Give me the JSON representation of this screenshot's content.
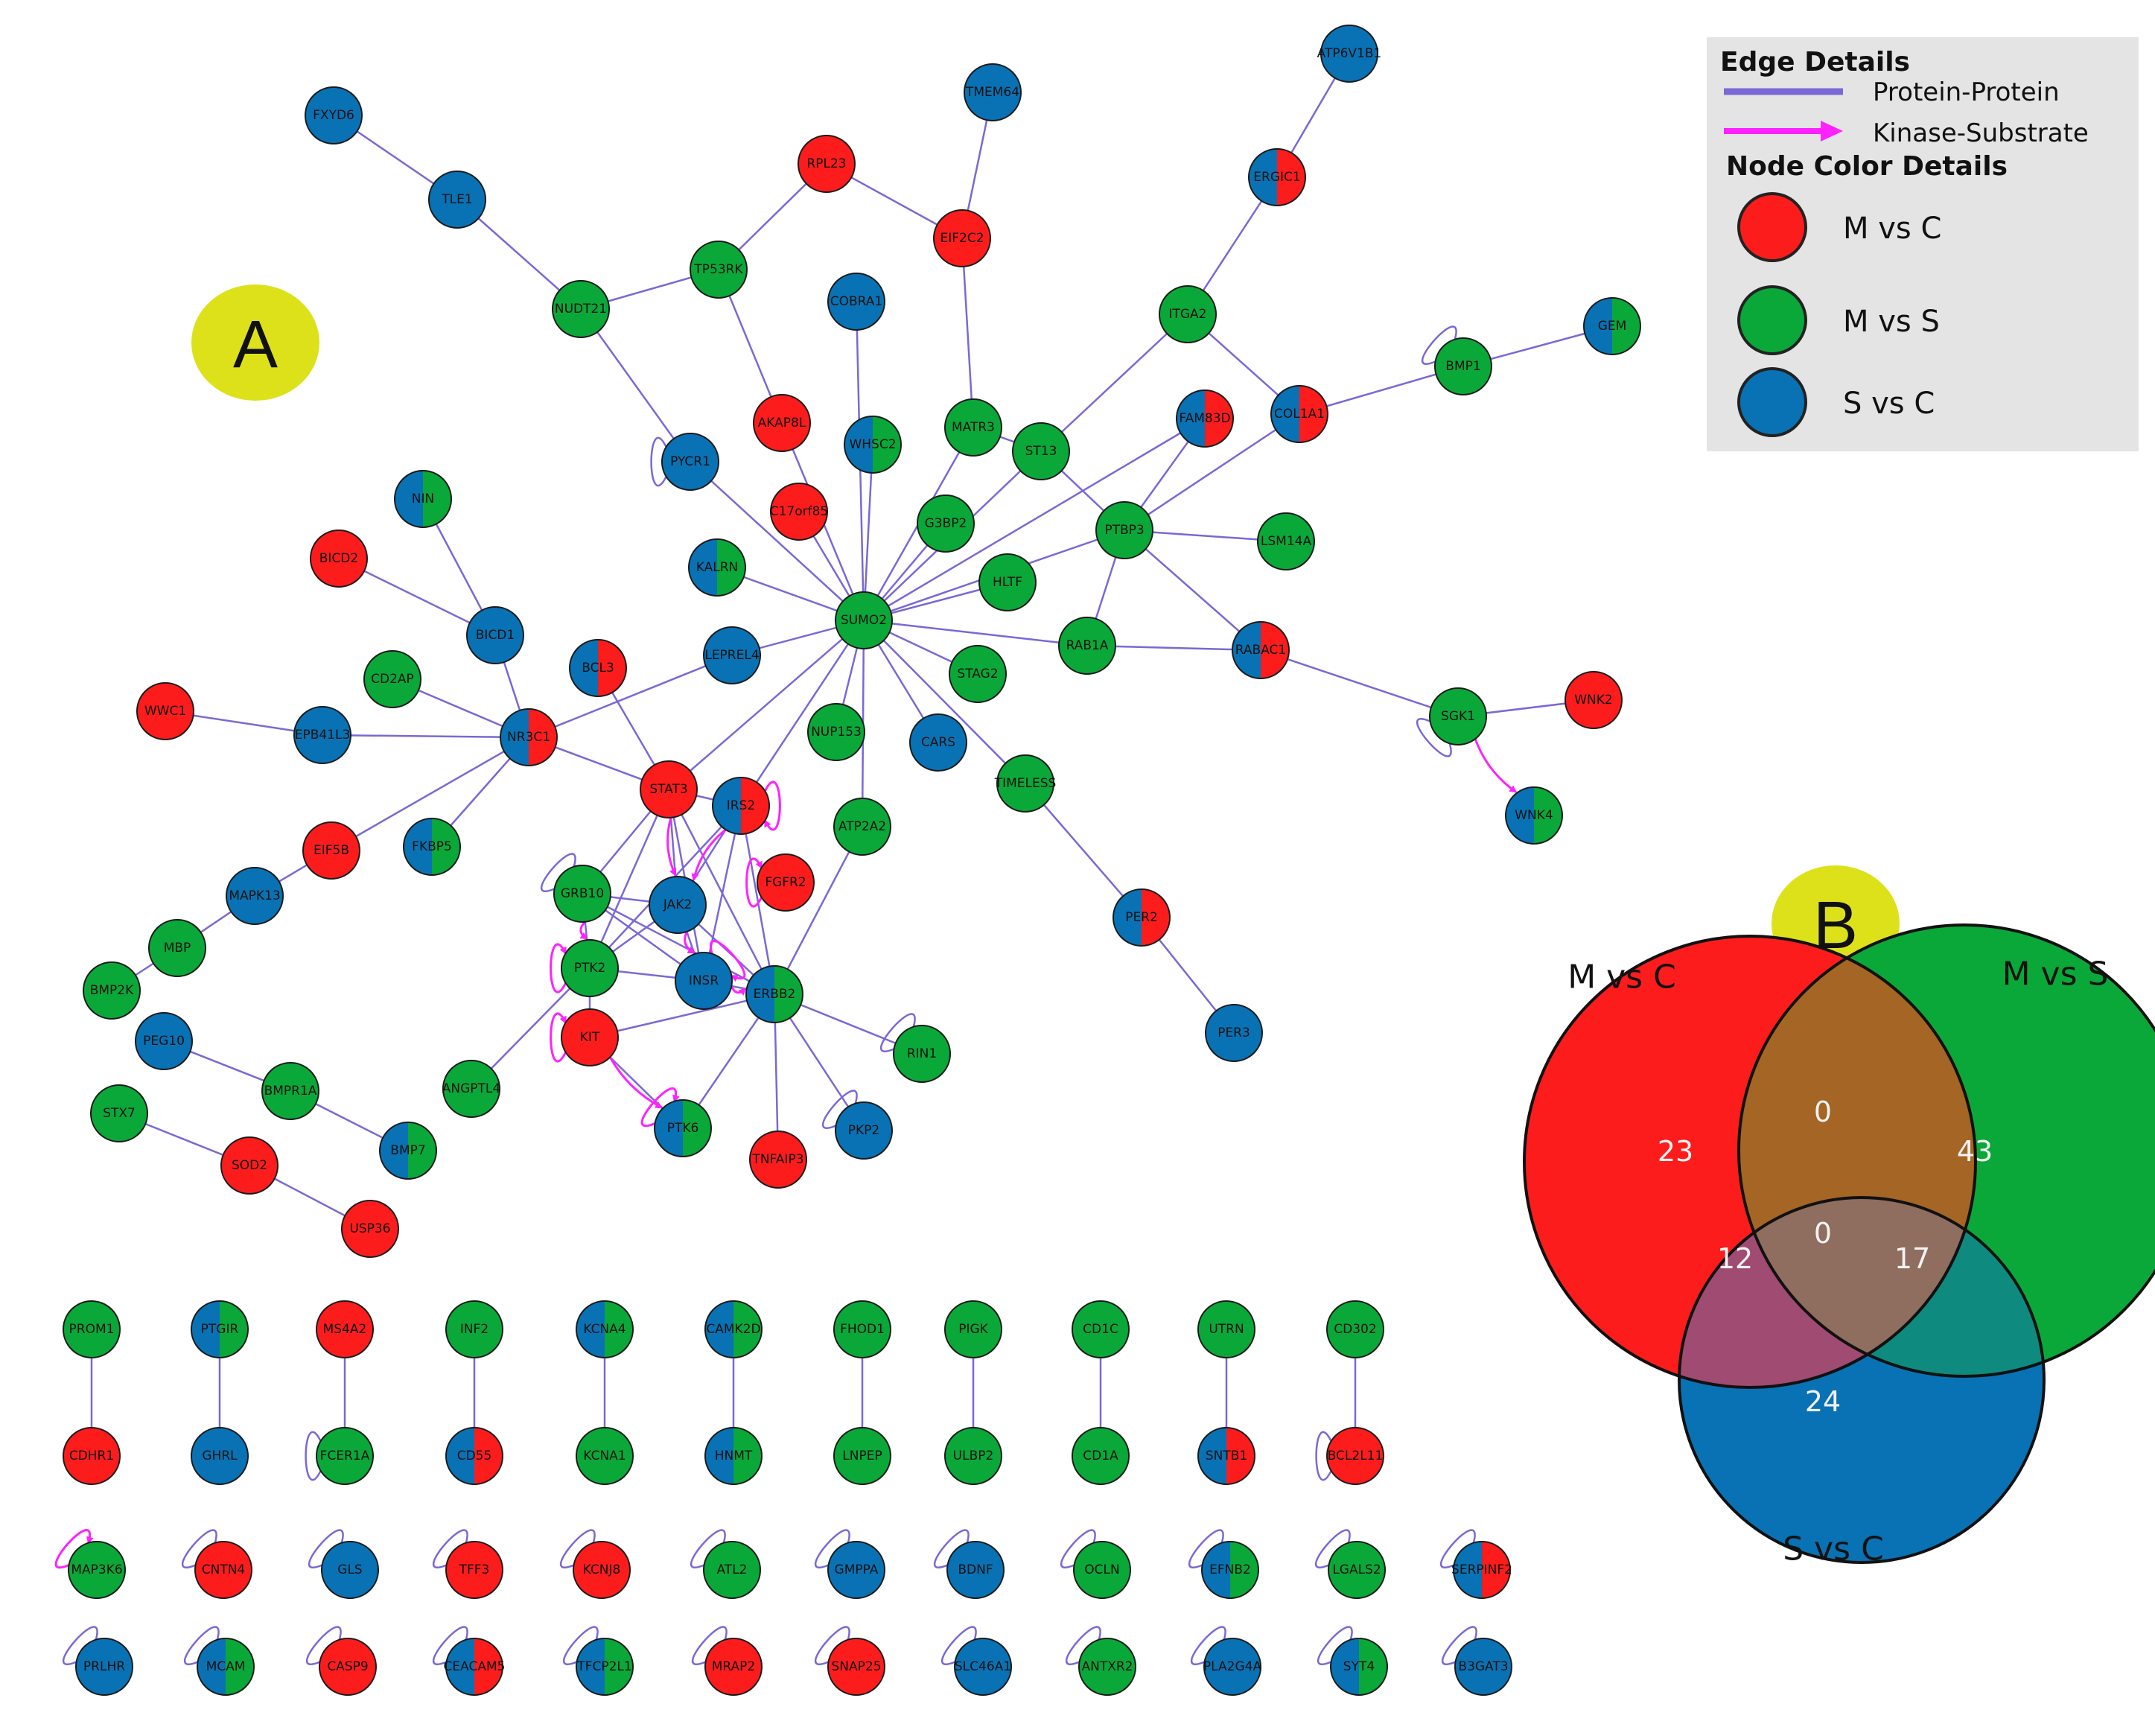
{
  "colors": {
    "mc": "#fc1c1c",
    "ms": "#0aa838",
    "sc": "#0872b4",
    "edge": "#7b68d6",
    "kinase": "#ff22ff",
    "badge": "#dde11a",
    "legend_bg": "#e4e4e4"
  },
  "panel_a": {
    "label": "A"
  },
  "panel_b": {
    "label": "B"
  },
  "legend": {
    "edge_title": "Edge Details",
    "edge_protein": "Protein-Protein",
    "edge_kinase": "Kinase-Substrate",
    "node_title": "Node Color Details",
    "node_mc": "M vs C",
    "node_ms": "M vs S",
    "node_sc": "S vs C"
  },
  "network": {
    "nodes": [
      {
        "id": "FXYD6",
        "c": [
          "sc"
        ]
      },
      {
        "id": "TLE1",
        "c": [
          "sc"
        ]
      },
      {
        "id": "NUDT21",
        "c": [
          "ms"
        ]
      },
      {
        "id": "TP53RK",
        "c": [
          "ms"
        ]
      },
      {
        "id": "RPL23",
        "c": [
          "mc"
        ]
      },
      {
        "id": "EIF2C2",
        "c": [
          "mc"
        ]
      },
      {
        "id": "TMEM64",
        "c": [
          "sc"
        ]
      },
      {
        "id": "ATP6V1B1",
        "c": [
          "sc"
        ]
      },
      {
        "id": "ERGIC1",
        "c": [
          "sc",
          "mc"
        ]
      },
      {
        "id": "COBRA1",
        "c": [
          "sc"
        ]
      },
      {
        "id": "ITGA2",
        "c": [
          "ms"
        ]
      },
      {
        "id": "GEM",
        "c": [
          "sc",
          "ms"
        ]
      },
      {
        "id": "BMP1",
        "c": [
          "ms"
        ]
      },
      {
        "id": "PYCR1",
        "c": [
          "sc"
        ]
      },
      {
        "id": "AKAP8L",
        "c": [
          "mc"
        ]
      },
      {
        "id": "WHSC2",
        "c": [
          "sc",
          "ms"
        ]
      },
      {
        "id": "MATR3",
        "c": [
          "ms"
        ]
      },
      {
        "id": "ST13",
        "c": [
          "ms"
        ]
      },
      {
        "id": "FAM83D",
        "c": [
          "sc",
          "mc"
        ]
      },
      {
        "id": "COL1A1",
        "c": [
          "sc",
          "mc"
        ]
      },
      {
        "id": "NIN",
        "c": [
          "sc",
          "ms"
        ]
      },
      {
        "id": "C17orf85",
        "c": [
          "mc"
        ]
      },
      {
        "id": "G3BP2",
        "c": [
          "ms"
        ]
      },
      {
        "id": "PTBP3",
        "c": [
          "ms"
        ]
      },
      {
        "id": "LSM14A",
        "c": [
          "ms"
        ]
      },
      {
        "id": "BICD2",
        "c": [
          "mc"
        ]
      },
      {
        "id": "KALRN",
        "c": [
          "sc",
          "ms"
        ]
      },
      {
        "id": "HLTF",
        "c": [
          "ms"
        ]
      },
      {
        "id": "SUMO2",
        "c": [
          "ms"
        ]
      },
      {
        "id": "BICD1",
        "c": [
          "sc"
        ]
      },
      {
        "id": "BCL3",
        "c": [
          "sc",
          "mc"
        ]
      },
      {
        "id": "LEPREL4",
        "c": [
          "sc"
        ]
      },
      {
        "id": "RAB1A",
        "c": [
          "ms"
        ]
      },
      {
        "id": "RABAC1",
        "c": [
          "sc",
          "mc"
        ]
      },
      {
        "id": "CD2AP",
        "c": [
          "ms"
        ]
      },
      {
        "id": "STAG2",
        "c": [
          "ms"
        ]
      },
      {
        "id": "WWC1",
        "c": [
          "mc"
        ]
      },
      {
        "id": "EPB41L3",
        "c": [
          "sc"
        ]
      },
      {
        "id": "NR3C1",
        "c": [
          "sc",
          "mc"
        ]
      },
      {
        "id": "NUP153",
        "c": [
          "ms"
        ]
      },
      {
        "id": "CARS",
        "c": [
          "sc"
        ]
      },
      {
        "id": "SGK1",
        "c": [
          "ms"
        ]
      },
      {
        "id": "WNK2",
        "c": [
          "mc"
        ]
      },
      {
        "id": "STAT3",
        "c": [
          "mc"
        ]
      },
      {
        "id": "IRS2",
        "c": [
          "sc",
          "mc"
        ]
      },
      {
        "id": "TIMELESS",
        "c": [
          "ms"
        ]
      },
      {
        "id": "ATP2A2",
        "c": [
          "ms"
        ]
      },
      {
        "id": "EIF5B",
        "c": [
          "mc"
        ]
      },
      {
        "id": "FKBP5",
        "c": [
          "sc",
          "ms"
        ]
      },
      {
        "id": "WNK4",
        "c": [
          "sc",
          "ms"
        ]
      },
      {
        "id": "FGFR2",
        "c": [
          "mc"
        ]
      },
      {
        "id": "MAPK13",
        "c": [
          "sc"
        ]
      },
      {
        "id": "GRB10",
        "c": [
          "ms"
        ]
      },
      {
        "id": "JAK2",
        "c": [
          "sc"
        ]
      },
      {
        "id": "PER2",
        "c": [
          "sc",
          "mc"
        ]
      },
      {
        "id": "MBP",
        "c": [
          "ms"
        ]
      },
      {
        "id": "PTK2",
        "c": [
          "ms"
        ]
      },
      {
        "id": "INSR",
        "c": [
          "sc"
        ]
      },
      {
        "id": "ERBB2",
        "c": [
          "sc",
          "ms"
        ]
      },
      {
        "id": "BMP2K",
        "c": [
          "ms"
        ]
      },
      {
        "id": "PEG10",
        "c": [
          "sc"
        ]
      },
      {
        "id": "KIT",
        "c": [
          "mc"
        ]
      },
      {
        "id": "RIN1",
        "c": [
          "ms"
        ]
      },
      {
        "id": "PER3",
        "c": [
          "sc"
        ]
      },
      {
        "id": "BMPR1A",
        "c": [
          "ms"
        ]
      },
      {
        "id": "ANGPTL4",
        "c": [
          "ms"
        ]
      },
      {
        "id": "STX7",
        "c": [
          "ms"
        ]
      },
      {
        "id": "BMP7",
        "c": [
          "sc",
          "ms"
        ]
      },
      {
        "id": "PTK6",
        "c": [
          "sc",
          "ms"
        ]
      },
      {
        "id": "PKP2",
        "c": [
          "sc"
        ]
      },
      {
        "id": "SOD2",
        "c": [
          "mc"
        ]
      },
      {
        "id": "TNFAIP3",
        "c": [
          "mc"
        ]
      },
      {
        "id": "USP36",
        "c": [
          "mc"
        ]
      },
      {
        "id": "PROM1",
        "c": [
          "ms"
        ]
      },
      {
        "id": "PTGIR",
        "c": [
          "sc",
          "ms"
        ]
      },
      {
        "id": "MS4A2",
        "c": [
          "mc"
        ]
      },
      {
        "id": "INF2",
        "c": [
          "ms"
        ]
      },
      {
        "id": "KCNA4",
        "c": [
          "sc",
          "ms"
        ]
      },
      {
        "id": "CAMK2D",
        "c": [
          "sc",
          "ms"
        ]
      },
      {
        "id": "FHOD1",
        "c": [
          "ms"
        ]
      },
      {
        "id": "PIGK",
        "c": [
          "ms"
        ]
      },
      {
        "id": "CD1C",
        "c": [
          "ms"
        ]
      },
      {
        "id": "UTRN",
        "c": [
          "ms"
        ]
      },
      {
        "id": "CD302",
        "c": [
          "ms"
        ]
      },
      {
        "id": "CDHR1",
        "c": [
          "mc"
        ]
      },
      {
        "id": "GHRL",
        "c": [
          "sc"
        ]
      },
      {
        "id": "FCER1A",
        "c": [
          "ms"
        ]
      },
      {
        "id": "CD55",
        "c": [
          "sc",
          "mc"
        ]
      },
      {
        "id": "KCNA1",
        "c": [
          "ms"
        ]
      },
      {
        "id": "HNMT",
        "c": [
          "sc",
          "ms"
        ]
      },
      {
        "id": "LNPEP",
        "c": [
          "ms"
        ]
      },
      {
        "id": "ULBP2",
        "c": [
          "ms"
        ]
      },
      {
        "id": "CD1A",
        "c": [
          "ms"
        ]
      },
      {
        "id": "SNTB1",
        "c": [
          "sc",
          "mc"
        ]
      },
      {
        "id": "BCL2L11",
        "c": [
          "mc"
        ]
      },
      {
        "id": "MAP3K6",
        "c": [
          "ms"
        ]
      },
      {
        "id": "CNTN4",
        "c": [
          "mc"
        ]
      },
      {
        "id": "GLS",
        "c": [
          "sc"
        ]
      },
      {
        "id": "TFF3",
        "c": [
          "mc"
        ]
      },
      {
        "id": "KCNJ8",
        "c": [
          "mc"
        ]
      },
      {
        "id": "ATL2",
        "c": [
          "ms"
        ]
      },
      {
        "id": "GMPPA",
        "c": [
          "sc"
        ]
      },
      {
        "id": "BDNF",
        "c": [
          "sc"
        ]
      },
      {
        "id": "OCLN",
        "c": [
          "ms"
        ]
      },
      {
        "id": "EFNB2",
        "c": [
          "sc",
          "ms"
        ]
      },
      {
        "id": "LGALS2",
        "c": [
          "ms"
        ]
      },
      {
        "id": "SERPINF2",
        "c": [
          "sc",
          "mc"
        ]
      },
      {
        "id": "PRLHR",
        "c": [
          "sc"
        ]
      },
      {
        "id": "MCAM",
        "c": [
          "sc",
          "ms"
        ]
      },
      {
        "id": "CASP9",
        "c": [
          "mc"
        ]
      },
      {
        "id": "CEACAM5",
        "c": [
          "sc",
          "mc"
        ]
      },
      {
        "id": "TFCP2L1",
        "c": [
          "sc",
          "ms"
        ]
      },
      {
        "id": "MRAP2",
        "c": [
          "mc"
        ]
      },
      {
        "id": "SNAP25",
        "c": [
          "mc"
        ]
      },
      {
        "id": "SLC46A1",
        "c": [
          "sc"
        ]
      },
      {
        "id": "ANTXR2",
        "c": [
          "ms"
        ]
      },
      {
        "id": "PLA2G4A",
        "c": [
          "sc"
        ]
      },
      {
        "id": "SYT4",
        "c": [
          "sc",
          "ms"
        ]
      },
      {
        "id": "B3GAT3",
        "c": [
          "sc"
        ]
      }
    ],
    "edges": [
      [
        "FXYD6",
        "TLE1"
      ],
      [
        "TLE1",
        "NUDT21"
      ],
      [
        "NUDT21",
        "TP53RK"
      ],
      [
        "TP53RK",
        "RPL23"
      ],
      [
        "RPL23",
        "EIF2C2"
      ],
      [
        "EIF2C2",
        "TMEM64"
      ],
      [
        "EIF2C2",
        "MATR3"
      ],
      [
        "NUDT21",
        "PYCR1"
      ],
      [
        "TP53RK",
        "AKAP8L"
      ],
      [
        "ATP6V1B1",
        "ERGIC1"
      ],
      [
        "ERGIC1",
        "ITGA2"
      ],
      [
        "ITGA2",
        "COL1A1"
      ],
      [
        "ITGA2",
        "ST13"
      ],
      [
        "COL1A1",
        "BMP1"
      ],
      [
        "BMP1",
        "GEM"
      ],
      [
        "COL1A1",
        "PTBP3"
      ],
      [
        "FAM83D",
        "PTBP3"
      ],
      [
        "MATR3",
        "ST13"
      ],
      [
        "ST13",
        "PTBP3"
      ],
      [
        "PTBP3",
        "LSM14A"
      ],
      [
        "PTBP3",
        "RAB1A"
      ],
      [
        "PTBP3",
        "RABAC1"
      ],
      [
        "RABAC1",
        "SGK1"
      ],
      [
        "RAB1A",
        "RABAC1"
      ],
      [
        "SGK1",
        "WNK2"
      ],
      [
        "NIN",
        "BICD1"
      ],
      [
        "BICD2",
        "BICD1"
      ],
      [
        "BICD1",
        "NR3C1"
      ],
      [
        "CD2AP",
        "NR3C1"
      ],
      [
        "WWC1",
        "EPB41L3"
      ],
      [
        "EPB41L3",
        "NR3C1"
      ],
      [
        "NR3C1",
        "EIF5B"
      ],
      [
        "NR3C1",
        "FKBP5"
      ],
      [
        "NR3C1",
        "STAT3"
      ],
      [
        "EIF5B",
        "MAPK13"
      ],
      [
        "MAPK13",
        "MBP"
      ],
      [
        "MBP",
        "BMP2K"
      ],
      [
        "PEG10",
        "BMPR1A"
      ],
      [
        "BMPR1A",
        "BMP7"
      ],
      [
        "STX7",
        "SOD2"
      ],
      [
        "SOD2",
        "USP36"
      ],
      [
        "PER2",
        "PER3"
      ],
      [
        "TIMELESS",
        "PER2"
      ],
      [
        "SUMO2",
        "PYCR1"
      ],
      [
        "SUMO2",
        "AKAP8L"
      ],
      [
        "SUMO2",
        "WHSC2"
      ],
      [
        "SUMO2",
        "COBRA1"
      ],
      [
        "SUMO2",
        "MATR3"
      ],
      [
        "SUMO2",
        "C17orf85"
      ],
      [
        "SUMO2",
        "G3BP2"
      ],
      [
        "SUMO2",
        "KALRN"
      ],
      [
        "SUMO2",
        "HLTF"
      ],
      [
        "SUMO2",
        "PTBP3"
      ],
      [
        "SUMO2",
        "LEPREL4"
      ],
      [
        "SUMO2",
        "RAB1A"
      ],
      [
        "SUMO2",
        "STAG2"
      ],
      [
        "SUMO2",
        "NUP153"
      ],
      [
        "SUMO2",
        "CARS"
      ],
      [
        "SUMO2",
        "TIMELESS"
      ],
      [
        "SUMO2",
        "ATP2A2"
      ],
      [
        "SUMO2",
        "IRS2"
      ],
      [
        "SUMO2",
        "STAT3"
      ],
      [
        "SUMO2",
        "ST13"
      ],
      [
        "SUMO2",
        "FAM83D"
      ],
      [
        "BCL3",
        "STAT3"
      ],
      [
        "LEPREL4",
        "NR3C1"
      ],
      [
        "STAT3",
        "IRS2"
      ],
      [
        "STAT3",
        "GRB10"
      ],
      [
        "STAT3",
        "JAK2"
      ],
      [
        "STAT3",
        "PTK2"
      ],
      [
        "STAT3",
        "INSR"
      ],
      [
        "STAT3",
        "ERBB2"
      ],
      [
        "IRS2",
        "JAK2"
      ],
      [
        "IRS2",
        "INSR"
      ],
      [
        "IRS2",
        "ERBB2"
      ],
      [
        "IRS2",
        "PTK2"
      ],
      [
        "ATP2A2",
        "ERBB2"
      ],
      [
        "GRB10",
        "JAK2"
      ],
      [
        "GRB10",
        "PTK2"
      ],
      [
        "GRB10",
        "INSR"
      ],
      [
        "GRB10",
        "ERBB2"
      ],
      [
        "JAK2",
        "PTK2"
      ],
      [
        "JAK2",
        "INSR"
      ],
      [
        "JAK2",
        "ERBB2"
      ],
      [
        "PTK2",
        "INSR"
      ],
      [
        "PTK2",
        "KIT"
      ],
      [
        "PTK2",
        "ANGPTL4"
      ],
      [
        "INSR",
        "ERBB2"
      ],
      [
        "KIT",
        "PTK6"
      ],
      [
        "ERBB2",
        "PTK6"
      ],
      [
        "ERBB2",
        "TNFAIP3"
      ],
      [
        "ERBB2",
        "PKP2"
      ],
      [
        "ERBB2",
        "RIN1"
      ],
      [
        "ERBB2",
        "KIT"
      ],
      [
        "PROM1",
        "CDHR1"
      ],
      [
        "PTGIR",
        "GHRL"
      ],
      [
        "MS4A2",
        "FCER1A"
      ],
      [
        "INF2",
        "CD55"
      ],
      [
        "KCNA4",
        "KCNA1"
      ],
      [
        "CAMK2D",
        "HNMT"
      ],
      [
        "FHOD1",
        "LNPEP"
      ],
      [
        "PIGK",
        "ULBP2"
      ],
      [
        "CD1C",
        "CD1A"
      ],
      [
        "UTRN",
        "SNTB1"
      ],
      [
        "CD302",
        "BCL2L11"
      ]
    ],
    "kinase_edges": [
      [
        "SGK1",
        "WNK4"
      ],
      [
        "STAT3",
        "JAK2"
      ],
      [
        "IRS2",
        "JAK2"
      ],
      [
        "INSR",
        "ERBB2"
      ],
      [
        "JAK2",
        "INSR"
      ],
      [
        "GRB10",
        "PTK2"
      ],
      [
        "KIT",
        "PTK6"
      ]
    ],
    "self_loops": [
      [
        "PYCR1",
        "w",
        "p"
      ],
      [
        "BMP1",
        "nw",
        "p"
      ],
      [
        "GRB10",
        "nw",
        "p"
      ],
      [
        "PTK2",
        "w",
        "k"
      ],
      [
        "KIT",
        "w",
        "k"
      ],
      [
        "PTK6",
        "nw",
        "k"
      ],
      [
        "IRS2",
        "e",
        "k"
      ],
      [
        "FGFR2",
        "w",
        "k"
      ],
      [
        "RIN1",
        "nw",
        "p"
      ],
      [
        "PKP2",
        "nw",
        "p"
      ],
      [
        "SGK1",
        "sw",
        "p"
      ],
      [
        "INSR",
        "ne",
        "k"
      ],
      [
        "FCER1A",
        "w",
        "p"
      ],
      [
        "BCL2L11",
        "w",
        "p"
      ],
      [
        "MAP3K6",
        "nw",
        "k"
      ],
      [
        "CNTN4",
        "nw",
        "p"
      ],
      [
        "GLS",
        "nw",
        "p"
      ],
      [
        "TFF3",
        "nw",
        "p"
      ],
      [
        "KCNJ8",
        "nw",
        "p"
      ],
      [
        "ATL2",
        "nw",
        "p"
      ],
      [
        "GMPPA",
        "nw",
        "p"
      ],
      [
        "BDNF",
        "nw",
        "p"
      ],
      [
        "OCLN",
        "nw",
        "p"
      ],
      [
        "EFNB2",
        "nw",
        "p"
      ],
      [
        "LGALS2",
        "nw",
        "p"
      ],
      [
        "SERPINF2",
        "nw",
        "p"
      ],
      [
        "PRLHR",
        "nw",
        "p"
      ],
      [
        "MCAM",
        "nw",
        "p"
      ],
      [
        "CASP9",
        "nw",
        "p"
      ],
      [
        "CEACAM5",
        "nw",
        "p"
      ],
      [
        "TFCP2L1",
        "nw",
        "p"
      ],
      [
        "MRAP2",
        "nw",
        "p"
      ],
      [
        "SNAP25",
        "nw",
        "p"
      ],
      [
        "SLC46A1",
        "nw",
        "p"
      ],
      [
        "ANTXR2",
        "nw",
        "p"
      ],
      [
        "PLA2G4A",
        "nw",
        "p"
      ],
      [
        "SYT4",
        "nw",
        "p"
      ],
      [
        "B3GAT3",
        "nw",
        "p"
      ]
    ]
  },
  "venn": {
    "set_labels": [
      "M vs C",
      "M vs S",
      "S vs C"
    ],
    "counts": {
      "mc_only": "23",
      "ms_only": "43",
      "sc_only": "24",
      "mc_ms": "0",
      "mc_sc": "12",
      "ms_sc": "17",
      "all": "0"
    }
  }
}
